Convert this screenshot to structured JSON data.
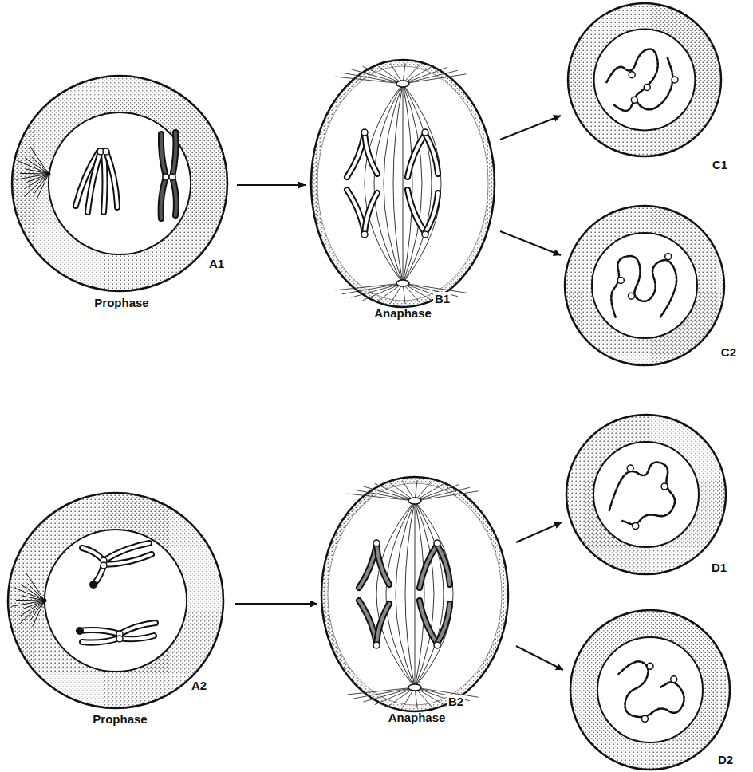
{
  "diagram": {
    "nodes": [
      {
        "text": [
          "A1",
          "Prophase"
        ]
      },
      {
        "text": [
          "B1",
          "Anaphase"
        ]
      },
      {
        "text": [
          "C1"
        ]
      },
      {
        "text": [
          "C2"
        ]
      },
      {
        "text": [
          "A2",
          "Prophase"
        ]
      },
      {
        "text": [
          "B2",
          "Anaphase"
        ]
      },
      {
        "text": [
          "D1"
        ]
      },
      {
        "text": [
          "D2"
        ]
      }
    ],
    "edges": [
      {
        "from": 0,
        "to": 1,
        "arrow": "to"
      },
      {
        "from": 1,
        "to": 2,
        "arrow": "to"
      },
      {
        "from": 1,
        "to": 3,
        "arrow": "to"
      },
      {
        "from": 4,
        "to": 5,
        "arrow": "to"
      },
      {
        "from": 5,
        "to": 6,
        "arrow": "to"
      },
      {
        "from": 5,
        "to": 7,
        "arrow": "to"
      }
    ]
  }
}
